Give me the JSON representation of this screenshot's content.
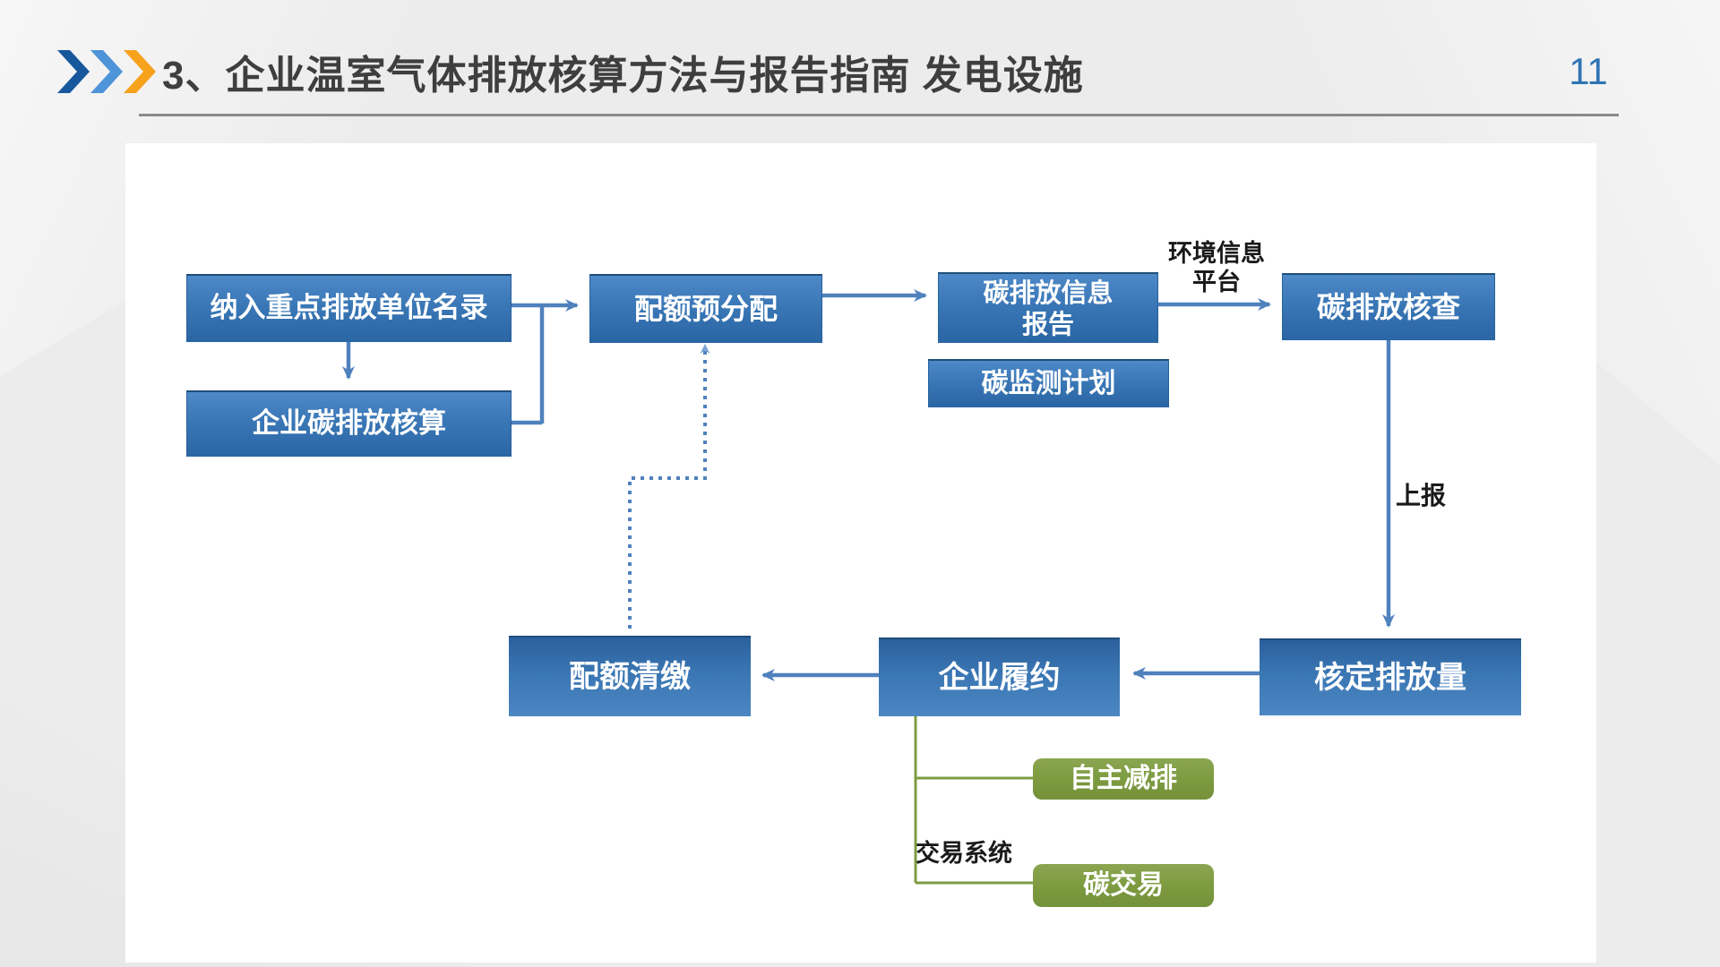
{
  "header": {
    "title": "3、企业温室气体排放核算方法与报告指南 发电设施",
    "page_number": "11",
    "chevron_colors": [
      "#17579c",
      "#4d94d8",
      "#f6a21d"
    ],
    "title_color": "#3e3e3e",
    "page_number_color": "#2e74b5"
  },
  "colors": {
    "box_blue_light": "#4e89c8",
    "box_blue_dark": "#2a65a4",
    "box_green": "#7d9b40",
    "connector_blue": "#4f81bd",
    "connector_green": "#7e9c41",
    "underline_gray": "#8a8a8a",
    "panel_background": "#ffffff",
    "slide_background": "#ececec"
  },
  "flowchart": {
    "nodes": {
      "list": {
        "label": "纳入重点排放单位名录"
      },
      "accounting": {
        "label": "企业碳排放核算"
      },
      "preallocation": {
        "label": "配额预分配"
      },
      "report": {
        "line1": "碳排放信息",
        "line2": "报告"
      },
      "monitoring": {
        "label": "碳监测计划"
      },
      "verification": {
        "label": "碳排放核查"
      },
      "settlement": {
        "label": "配额清缴"
      },
      "compliance": {
        "label": "企业履约"
      },
      "verified_amount": {
        "label": "核定排放量"
      },
      "voluntary_reduction": {
        "label": "自主减排"
      },
      "carbon_trading": {
        "label": "碳交易"
      }
    },
    "edge_labels": {
      "env_platform_line1": "环境信息",
      "env_platform_line2": "平台",
      "report_up": "上报",
      "trading_system": "交易系统"
    }
  }
}
